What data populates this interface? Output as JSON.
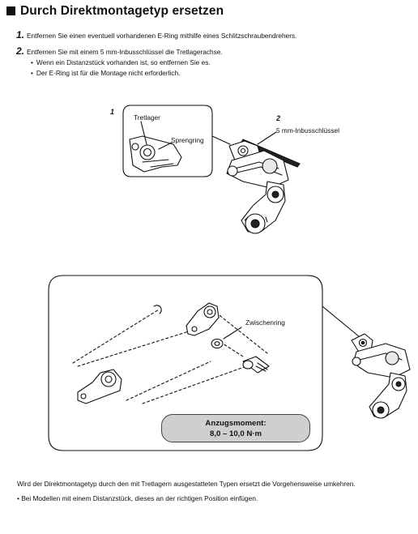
{
  "heading": "Durch Direktmontagetyp ersetzen",
  "steps": [
    {
      "num": "1.",
      "text": "Entfernen Sie einen eventuell vorhandenen E-Ring mithilfe eines Schlitzschraubendrehers."
    },
    {
      "num": "2.",
      "text": "Entfernen Sie mit einem 5 mm-Inbusschlüssel die Tretlagerachse.",
      "bullets": [
        "Wenn ein Distanzstück vorhanden ist, so entfernen Sie es.",
        "Der E-Ring ist für die Montage nicht erforderlich."
      ]
    }
  ],
  "figure1": {
    "callout_1": "1",
    "callout_2": "2",
    "label_tretlager": "Tretlager",
    "label_sprengring": "Sprengring",
    "label_inbus": "5 mm-Inbusschlüssel"
  },
  "figure2": {
    "label_zwischenring": "Zwischenring",
    "torque_title": "Anzugsmoment:",
    "torque_value": "8,0 – 10,0 N·m"
  },
  "footer": {
    "text": "Wird der Direktmontagetyp durch den mit Tretlagern ausgestatteten Typen ersetzt die Vorgehensweise umkehren.",
    "bullet": "Bei Modellen mit einem Distanzstück, dieses an der richtigen Position einfügen."
  }
}
